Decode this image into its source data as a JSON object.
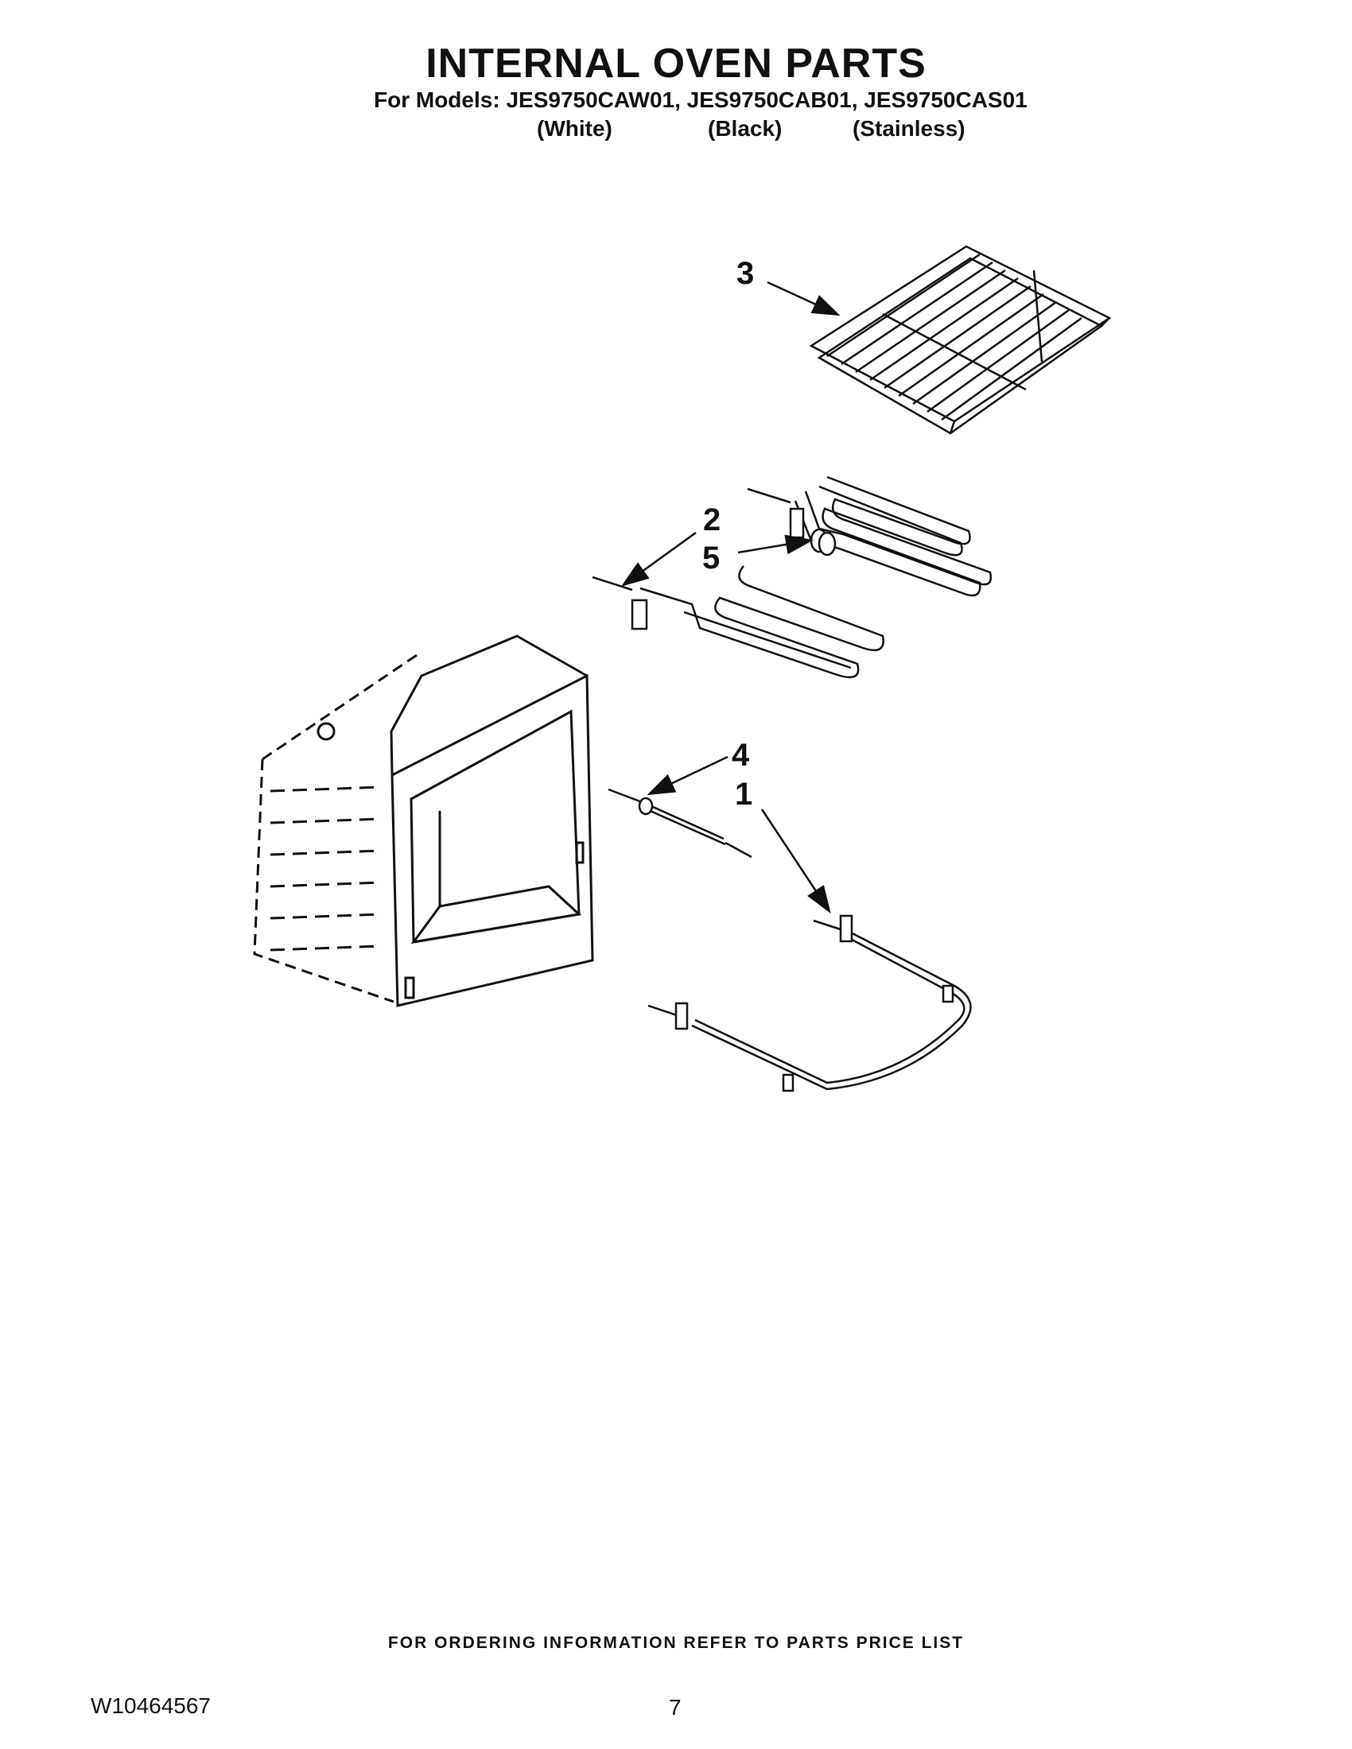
{
  "header": {
    "title": "INTERNAL OVEN PARTS",
    "models_line": "For Models: JES9750CAW01, JES9750CAB01, JES9750CAS01",
    "variants": [
      "(White)",
      "(Black)",
      "(Stainless)"
    ]
  },
  "callouts": [
    "3",
    "2",
    "5",
    "4",
    "1"
  ],
  "footer": {
    "note": "FOR ORDERING INFORMATION REFER TO PARTS PRICE LIST",
    "doc_number": "W10464567",
    "page_number": "7"
  }
}
